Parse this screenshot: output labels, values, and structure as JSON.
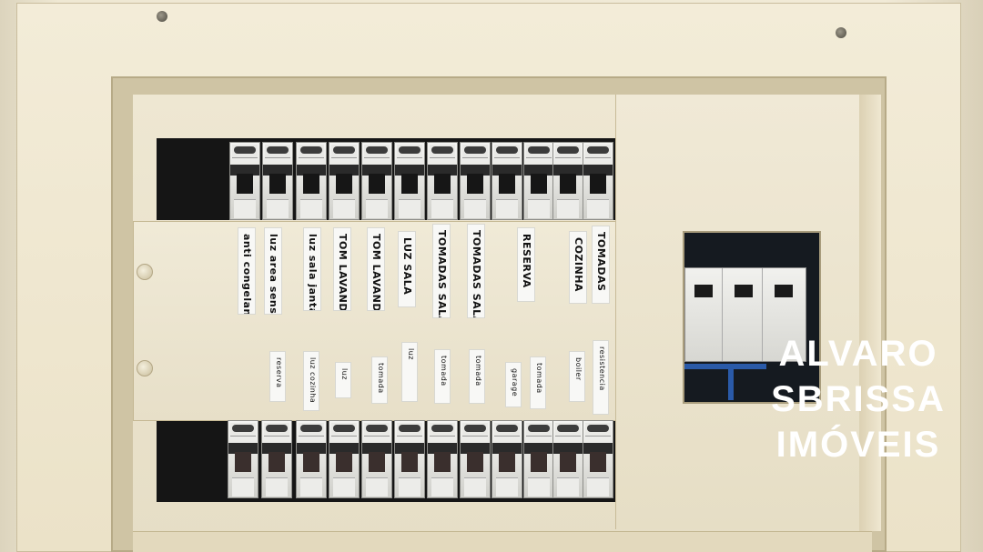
{
  "top_labels": [
    {
      "text": "anti congelante"
    },
    {
      "text": "luz area sensor"
    },
    {
      "text": "luz sala jantar"
    },
    {
      "text": "TOM LAVAND"
    },
    {
      "text": "TOM LAVAND"
    },
    {
      "text": "LUZ SALA"
    },
    {
      "text": "TOMADAS SALA"
    },
    {
      "text": "TOMADAS SALA"
    },
    {
      "text": "RESERVA"
    },
    {
      "text": "COZINHA"
    },
    {
      "text": "TOMADAS"
    }
  ],
  "bottom_labels": [
    {
      "text": "reserva"
    },
    {
      "text": "luz cozinha"
    },
    {
      "text": "luz"
    },
    {
      "text": "tomada"
    },
    {
      "text": "luz"
    },
    {
      "text": "tomada"
    },
    {
      "text": "tomada"
    },
    {
      "text": "garage"
    },
    {
      "text": "tomada"
    },
    {
      "text": "boiler"
    },
    {
      "text": "resistencia"
    }
  ],
  "watermark": {
    "line1": "ALVARO",
    "line2": "SBRISSA",
    "line3": "IMÓVEIS"
  },
  "colors": {
    "frame": "#efe6cf",
    "rail": "#151515",
    "breaker": "#e6e6e3",
    "toggle": "#161616",
    "wire": "#2a5aa8",
    "watermark_text": "#ffffff"
  }
}
